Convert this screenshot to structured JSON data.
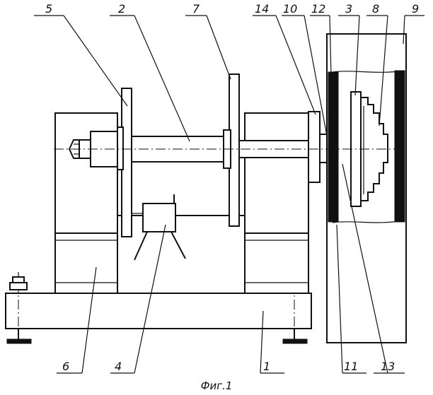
{
  "caption": "Фиг.1",
  "callouts": {
    "c1": "1",
    "c2": "2",
    "c3": "3",
    "c4": "4",
    "c5": "5",
    "c6": "6",
    "c7": "7",
    "c8": "8",
    "c9": "9",
    "c10": "10",
    "c11": "11",
    "c12": "12",
    "c13": "13",
    "c14": "14"
  }
}
